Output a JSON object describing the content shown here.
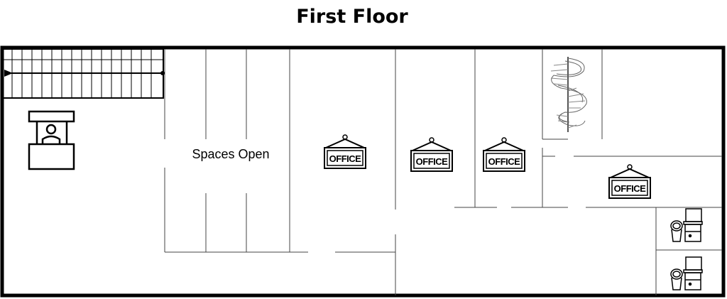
{
  "title": "First Floor",
  "labels": {
    "open_space": "Spaces Open",
    "office_sign": "OFFICE"
  },
  "colors": {
    "wall": "#000000",
    "partition": "#444444",
    "background": "#ffffff"
  },
  "icons": {
    "stairs": "staircase-icon",
    "spiral_stairs": "spiral-staircase-icon",
    "reception": "reception-desk-icon",
    "office": "office-sign-icon",
    "restroom": "toilet-sink-icon"
  }
}
